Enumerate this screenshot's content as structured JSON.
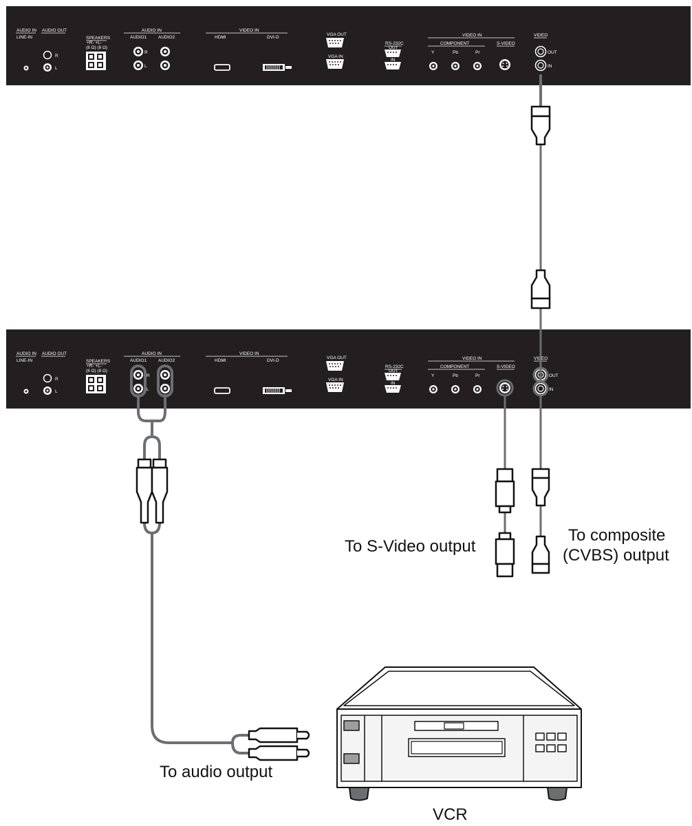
{
  "panel_labels": {
    "audio_in_line_in": [
      "AUDIO IN",
      "LINE-IN"
    ],
    "audio_out": "AUDIO OUT",
    "r": "R",
    "l": "L",
    "speakers": "SPEAKERS",
    "speakers_polarity": "+R-   +L-",
    "speakers_ohms": "(8 Ω)   (8 Ω)",
    "audio_in": "AUDIO IN",
    "audio1": "AUDIO1",
    "audio2": "AUDIO2",
    "video_in": "VIDEO IN",
    "hdmi": "HDMI",
    "dvi_d": "DVI-D",
    "vga_out": "VGA OUT",
    "vga_in": "VGA IN",
    "rs232c": "RS-232C",
    "rs_out": "OUT",
    "rs_in": "IN",
    "video_in_2": "VIDEO IN",
    "component": "COMPONENT",
    "y": "Y",
    "pb": "Pb",
    "pr": "Pr",
    "s_video": "S-VIDEO",
    "video": "VIDEO",
    "out": "OUT",
    "in": "IN"
  },
  "captions": {
    "s_video_output": "To S-Video output",
    "composite_line1": "To composite",
    "composite_line2": "(CVBS) output",
    "audio_output": "To audio output",
    "vcr": "VCR"
  },
  "colors": {
    "panel": "#231f20",
    "cable": "#6d6e71",
    "ink": "#111111"
  }
}
